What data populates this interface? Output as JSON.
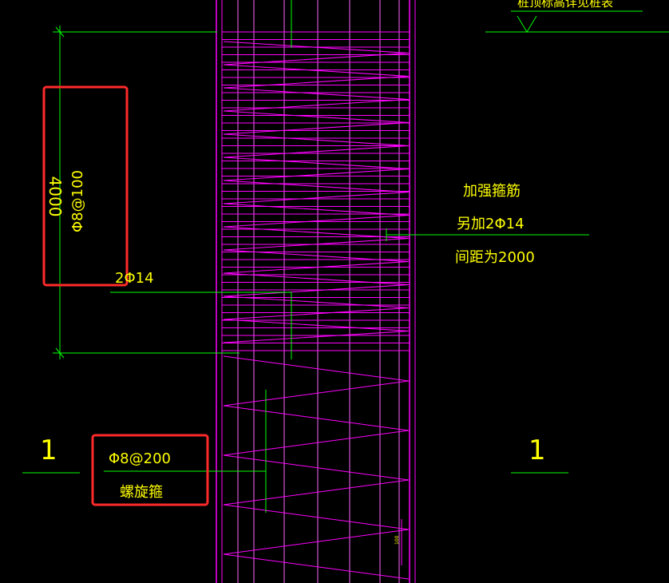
{
  "drawing": {
    "top_note": "桩顶标高详见桩表",
    "dimension_text": "4000",
    "dense_hoop_label": "Φ8@100",
    "main_bar_label": "2Φ14",
    "reinforce_title": "加强箍筋",
    "reinforce_extra": "另加2Φ14",
    "reinforce_spacing": "间距为2000",
    "section_left": "1",
    "section_right": "1",
    "spiral_spacing_label": "Φ8@200",
    "spiral_name": "螺旋箍",
    "small_dim": "100"
  },
  "colors": {
    "background": "#000000",
    "rebar": "#ff00ff",
    "pile_edge": "#ff00ff",
    "dimension": "#00ff00",
    "leader": "#00ff00",
    "text": "#ffff00",
    "highlight_box": "#ff2a2a",
    "vertical_bars": "#ff66ff"
  }
}
